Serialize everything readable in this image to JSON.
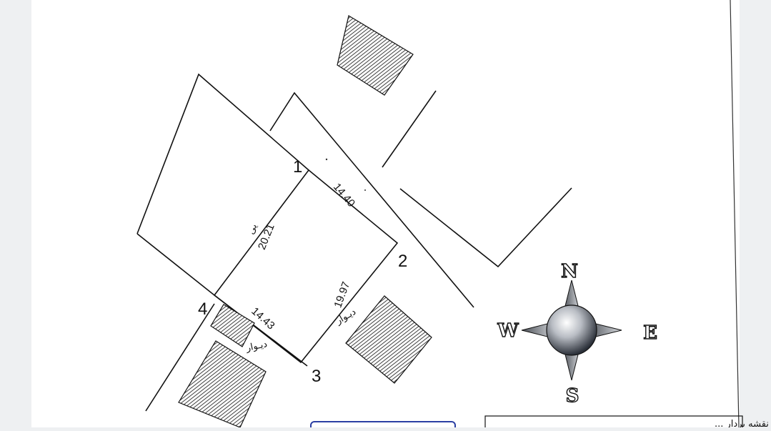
{
  "plan": {
    "vertices": {
      "p1": "1",
      "p2": "2",
      "p3": "3",
      "p4": "4"
    },
    "dimensions": {
      "side_1_2": "14.40",
      "side_1_4": "20.21",
      "side_2_3": "19.97",
      "side_4_3": "14.43"
    },
    "wall_labels": {
      "side_1_4": "یی",
      "side_2_3": "دیـوار",
      "side_4_3": "دیـوار"
    }
  },
  "compass": {
    "north": "N",
    "south": "S",
    "east": "E",
    "west": "W"
  },
  "footer": {
    "right_box_text": "... ملاحظات مهندس نقشه بردار ..."
  },
  "colors": {
    "paper": "#ffffff",
    "background": "#eef0f2",
    "ink": "#111111",
    "frame_blue": "#2b3fa3"
  }
}
